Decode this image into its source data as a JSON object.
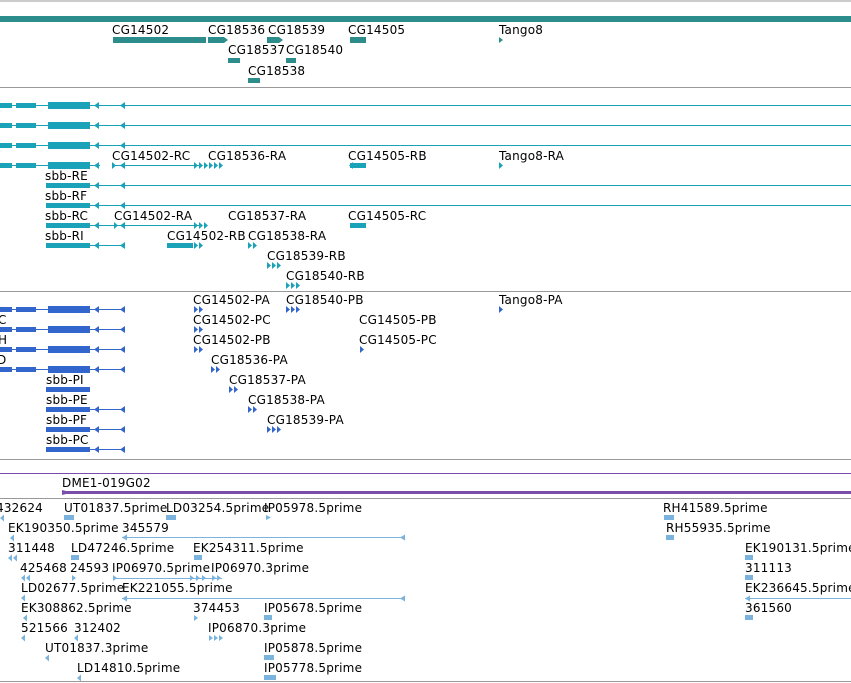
{
  "tracks": {
    "gene": {
      "color": "#2d8c8c",
      "labels": {
        "cg14502": "CG14502",
        "cg18536": "CG18536",
        "cg18539": "CG18539",
        "cg14505": "CG14505",
        "tango8": "Tango8",
        "cg18537": "CG18537",
        "cg18540": "CG18540",
        "cg18538": "CG18538"
      }
    },
    "transcripts_a": {
      "color": "#1aa3b8",
      "labels": {
        "cg14502_rc": "CG14502-RC",
        "cg18536_ra": "CG18536-RA",
        "cg14505_rb": "CG14505-RB",
        "tango8_ra": "Tango8-RA",
        "sbb_re": "sbb-RE",
        "sbb_rf": "sbb-RF",
        "sbb_rc": "sbb-RC",
        "cg14502_ra": "CG14502-RA",
        "cg18537_ra": "CG18537-RA",
        "cg14505_rc": "CG14505-RC",
        "sbb_ri": "sbb-RI",
        "cg14502_rb": "CG14502-RB",
        "cg18538_ra": "CG18538-RA",
        "cg18539_rb": "CG18539-RB",
        "cg18540_rb": "CG18540-RB"
      }
    },
    "transcripts_b": {
      "color": "#3366cc",
      "labels": {
        "left_c": "C",
        "left_h": "H",
        "left_d": "D",
        "cg14502_pa": "CG14502-PA",
        "cg18540_pb": "CG18540-PB",
        "tango8_pa": "Tango8-PA",
        "cg14502_pc": "CG14502-PC",
        "cg14505_pb": "CG14505-PB",
        "cg14502_pb": "CG14502-PB",
        "cg14505_pc": "CG14505-PC",
        "cg18536_pa": "CG18536-PA",
        "sbb_pi": "sbb-PI",
        "cg18537_pa": "CG18537-PA",
        "sbb_pe": "sbb-PE",
        "cg18538_pa": "CG18538-PA",
        "sbb_pf": "sbb-PF",
        "cg18539_pa": "CG18539-PA",
        "sbb_pc": "sbb-PC"
      }
    },
    "clone": {
      "color": "#7b4dab",
      "labels": {
        "dme1_019g02": "DME1-019G02"
      }
    },
    "est": {
      "color": "#7ab3dd",
      "labels": {
        "e432624": "432624",
        "ut01837_5": "UT01837.5prime",
        "ld03254_5": "LD03254.5prime",
        "ip05978_5": "IP05978.5prime",
        "rh41589_5": "RH41589.5prime",
        "ek190350_5": "EK190350.5prime",
        "e345579": "345579",
        "rh55935_5": "RH55935.5prime",
        "e311448": "311448",
        "ld47246_5": "LD47246.5prime",
        "ek254311_5": "EK254311.5prime",
        "ek190131_5": "EK190131.5prime",
        "e425468": "425468",
        "e24593": "24593",
        "ip06970_5": "IP06970.5prime",
        "ip06970_3": "IP06970.3prime",
        "e311113": "311113",
        "ld02677_5": "LD02677.5prime",
        "ek221055_5": "EK221055.5prime",
        "ek236645_5": "EK236645.5prime",
        "ek308862_5": "EK308862.5prime",
        "e374453": "374453",
        "ip05678_5": "IP05678.5prime",
        "e361560": "361560",
        "e521566": "521566",
        "e312402": "312402",
        "ip06870_3": "IP06870.3prime",
        "ut01837_3": "UT01837.3prime",
        "ip05878_5": "IP05878.5prime",
        "ld14810_5": "LD14810.5prime",
        "ip05778_5": "IP05778.5prime"
      }
    }
  }
}
